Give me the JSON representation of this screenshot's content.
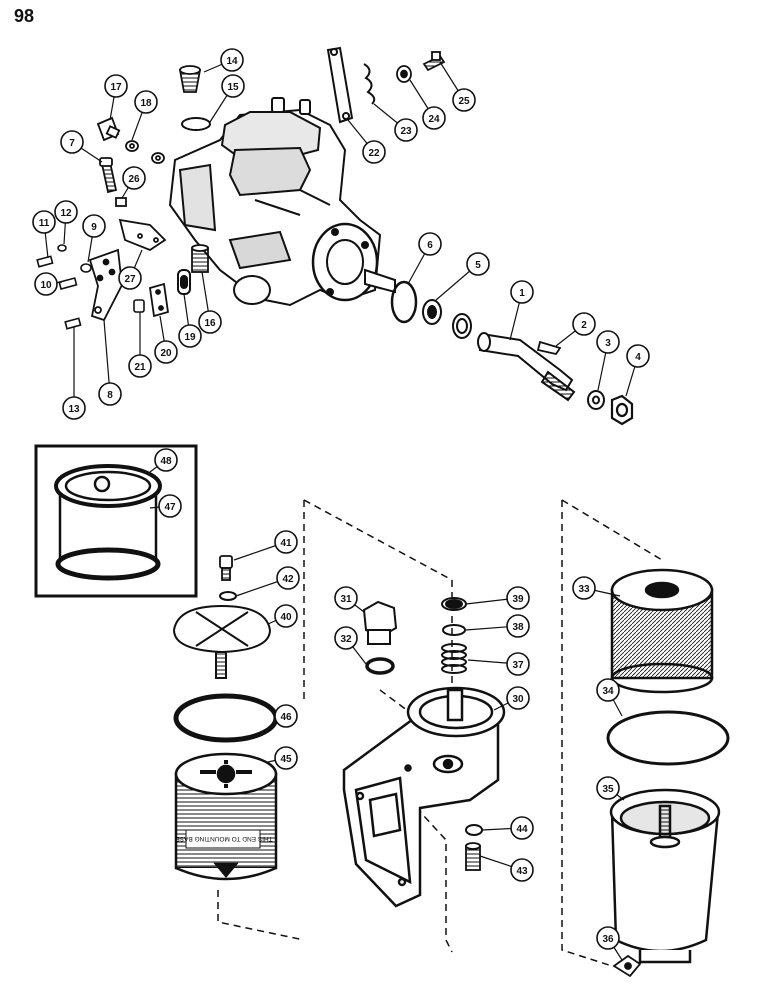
{
  "page_number": "98",
  "callouts": [
    "1",
    "2",
    "3",
    "4",
    "5",
    "6",
    "7",
    "8",
    "9",
    "10",
    "11",
    "12",
    "13",
    "14",
    "15",
    "16",
    "17",
    "18",
    "19",
    "20",
    "21",
    "22",
    "23",
    "24",
    "25",
    "26",
    "27",
    "30",
    "31",
    "32",
    "33",
    "34",
    "35",
    "36",
    "37",
    "38",
    "39",
    "40",
    "41",
    "42",
    "43",
    "44",
    "45",
    "46",
    "47",
    "48"
  ],
  "filter_label_text": "THIS END TO MOUNTING BASE",
  "colors": {
    "ink": "#111111",
    "paper": "#ffffff",
    "shade": "#9a9a9a"
  }
}
